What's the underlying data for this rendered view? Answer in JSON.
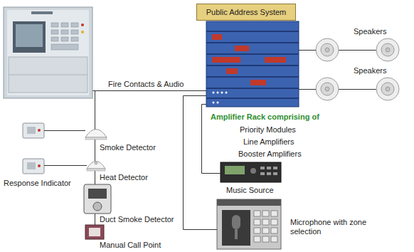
{
  "diagram": {
    "nodes": [
      {
        "text": [
          "Public Address System"
        ]
      },
      {
        "text": [
          "Speakers"
        ]
      },
      {
        "text": [
          "Speakers"
        ]
      },
      {
        "text": [
          "Amplifier Rack comprising of",
          "Priority Modules",
          "Line Amplifiers",
          "Booster Amplifiers"
        ]
      },
      {
        "text": [
          "Smoke Detector"
        ]
      },
      {
        "text": [
          "Heat Detector"
        ]
      },
      {
        "text": [
          "Response Indicator"
        ]
      },
      {
        "text": [
          "Music Source"
        ]
      },
      {
        "text": [
          "Duct Smoke Detector"
        ]
      },
      {
        "text": [
          "Microphone with zone selection"
        ]
      },
      {
        "text": [
          "Manual Call Point"
        ]
      }
    ],
    "edges": [
      {
        "from": 3,
        "to": 1,
        "arrow": "none"
      },
      {
        "from": 3,
        "to": 2,
        "arrow": "none"
      },
      {
        "from": 3,
        "to": 7,
        "arrow": "none"
      },
      {
        "from": 3,
        "to": 9,
        "arrow": "none"
      },
      {
        "from": 6,
        "to": 4,
        "arrow": "none"
      },
      {
        "from": 6,
        "to": 5,
        "arrow": "none"
      }
    ],
    "labels": [
      "Fire Contacts & Audio"
    ]
  }
}
